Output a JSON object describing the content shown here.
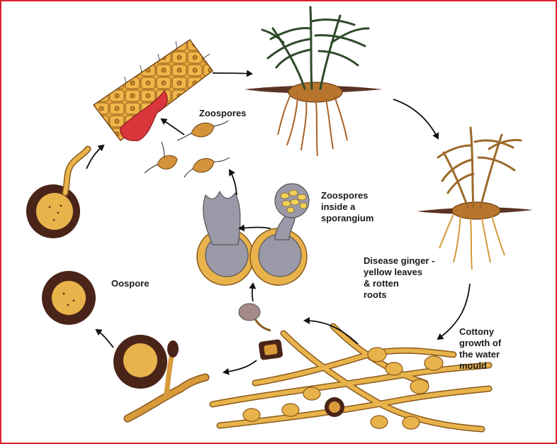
{
  "labels": {
    "zoospores": "Zoospores",
    "zoospores_sporangium": "Zoospores\ninside a\nsporangium",
    "disease_ginger": "Disease ginger -\nyellow leaves\n& rotten\nroots",
    "cottony_growth": "Cottony\ngrowth of\nthe water\nmould",
    "oospore": "Oospore"
  },
  "colors": {
    "frame": "#d9242f",
    "hypha": "#e9b34c",
    "hypha_outline": "#8a5a1c",
    "dark_wall": "#4a2418",
    "infection": "#d8363a",
    "sporangium": "#9b99a8",
    "leaf_green": "#2f4a2a",
    "leaf_yellow": "#b88a2e",
    "soil": "#5a3322"
  },
  "icons": [
    "curved-arrow-icon"
  ]
}
